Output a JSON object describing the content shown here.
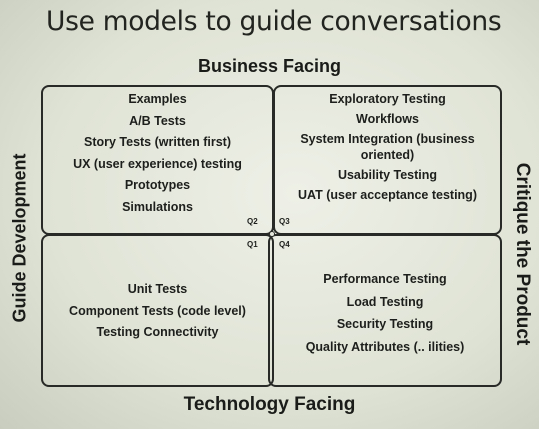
{
  "title": "Use models to guide conversations",
  "axes": {
    "top": "Business Facing",
    "bottom": "Technology Facing",
    "left": "Guide Development",
    "right": "Critique the Product"
  },
  "quadrants": {
    "q2": {
      "label": "Q2",
      "items": [
        "Examples",
        "A/B Tests",
        "Story Tests (written first)",
        "UX (user experience) testing",
        "Prototypes",
        "Simulations"
      ]
    },
    "q3": {
      "label": "Q3",
      "items": [
        "Exploratory Testing",
        "Workflows",
        "System Integration (business oriented)",
        "Usability Testing",
        "UAT (user acceptance testing)"
      ]
    },
    "q1": {
      "label": "Q1",
      "items": [
        "Unit Tests",
        "Component Tests (code level)",
        "Testing Connectivity"
      ]
    },
    "q4": {
      "label": "Q4",
      "items": [
        "Performance Testing",
        "Load Testing",
        "Security Testing",
        "Quality Attributes (.. ilities)"
      ]
    }
  }
}
